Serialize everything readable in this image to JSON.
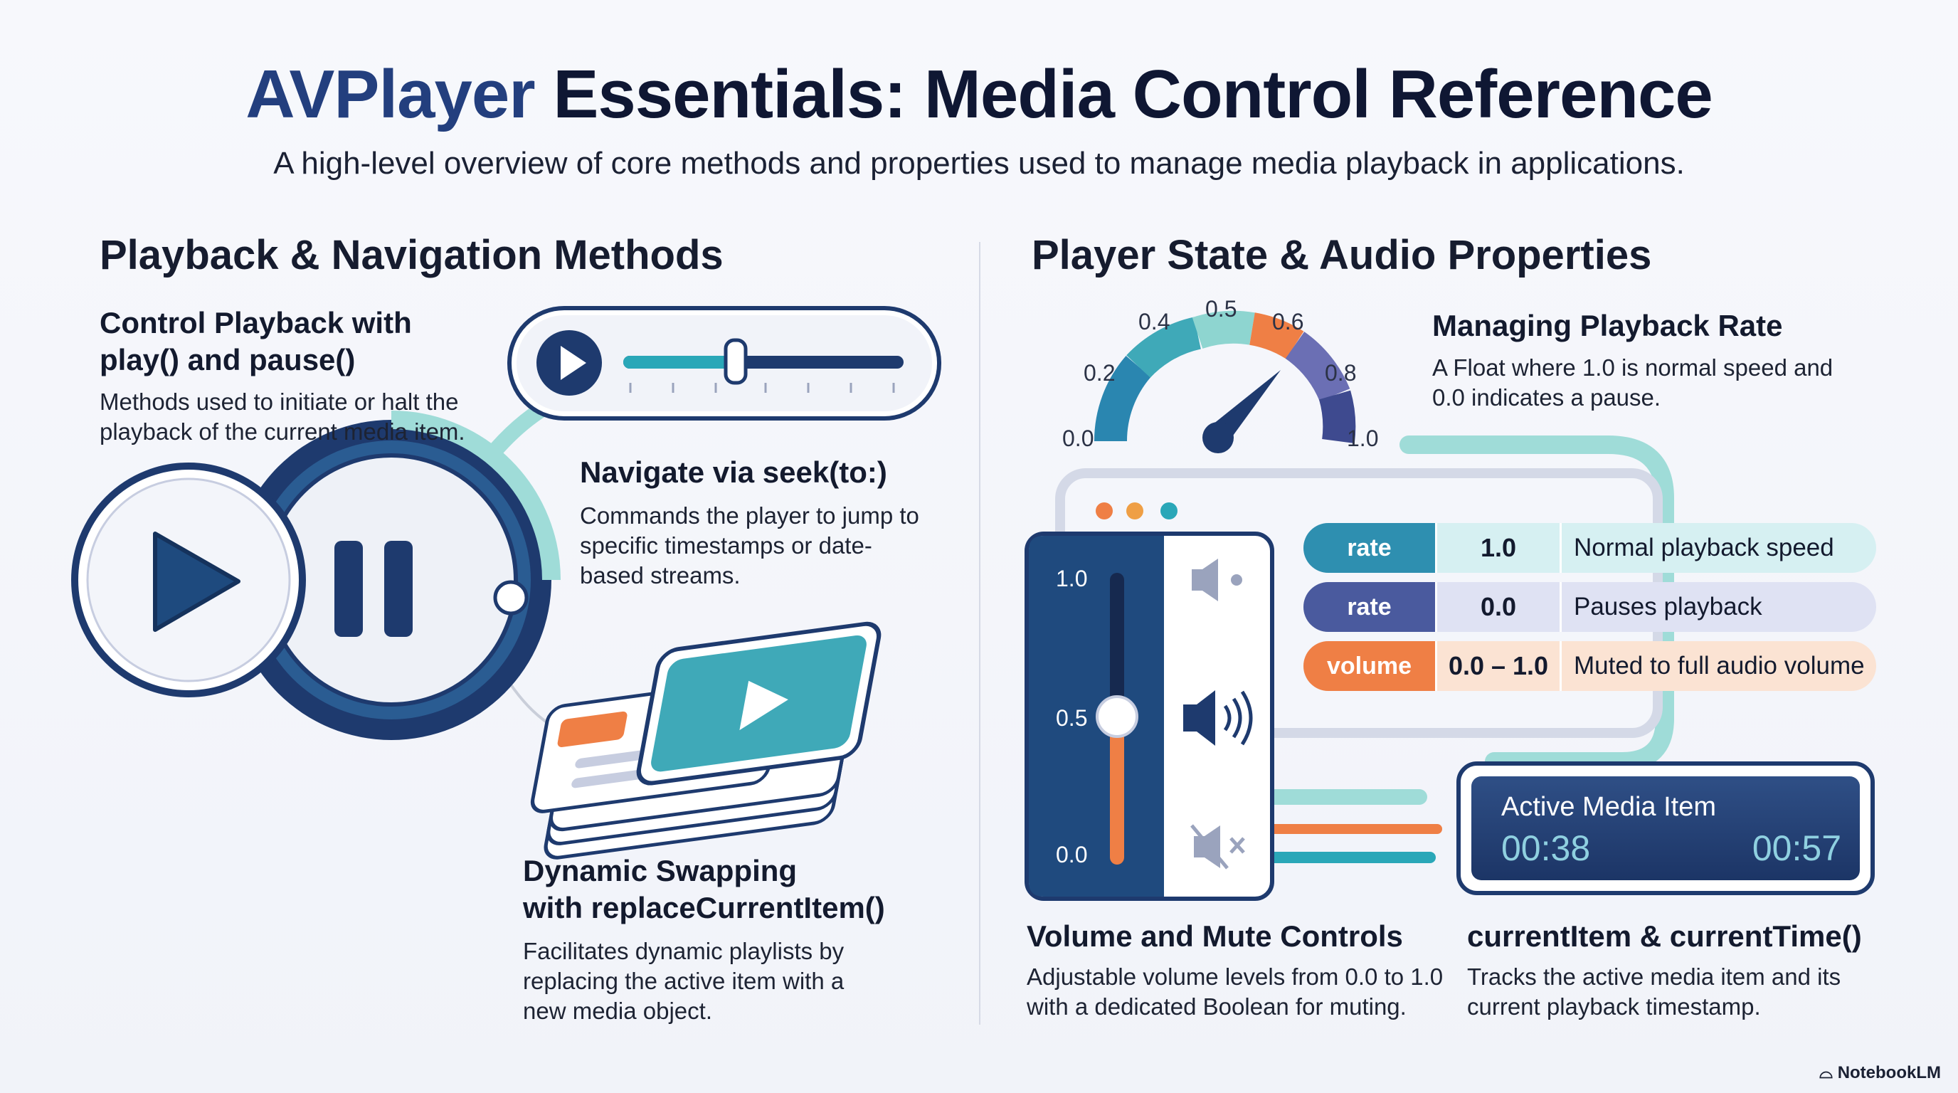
{
  "header": {
    "title_part1": "AVPlayer",
    "title_part2": "Essentials: Media Control Reference",
    "subtitle": "A high-level overview of core methods and properties used to manage media playback in applications."
  },
  "left": {
    "heading": "Playback & Navigation Methods",
    "play_pause": {
      "title_line1": "Control Playback with",
      "title_line2": "play() and pause()",
      "desc_line1": "Methods used to initiate or halt the",
      "desc_line2": "playback of the current media item."
    },
    "seek": {
      "title": "Navigate via seek(to:)",
      "desc_line1": "Commands the player to jump to",
      "desc_line2": "specific timestamps or date-",
      "desc_line3": "based streams."
    },
    "swap": {
      "title_line1": "Dynamic Swapping",
      "title_line2": "with replaceCurrentItem()",
      "desc_line1": "Facilitates dynamic playlists by",
      "desc_line2": "replacing the active item with a",
      "desc_line3": "new media object."
    }
  },
  "right": {
    "heading": "Player State & Audio Properties",
    "gauge": {
      "labels": [
        "0.0",
        "0.2",
        "0.4",
        "0.5",
        "0.6",
        "0.8",
        "1.0"
      ],
      "value": 0.7
    },
    "rate": {
      "title": "Managing Playback Rate",
      "desc_line1": "A Float where 1.0 is normal speed and",
      "desc_line2": "0.0 indicates a pause."
    },
    "table": [
      {
        "tag": "rate",
        "value": "1.0",
        "desc": "Normal playback speed",
        "tag_color": "#2e8fb0",
        "row_color": "#d6f0f2"
      },
      {
        "tag": "rate",
        "value": "0.0",
        "desc": "Pauses playback",
        "tag_color": "#4a5a9e",
        "row_color": "#dfe2f3"
      },
      {
        "tag": "volume",
        "value": "0.0 – 1.0",
        "desc": "Muted to full audio volume",
        "tag_color": "#ef7f45",
        "row_color": "#fbe3d3"
      }
    ],
    "volume_slider": {
      "labels": [
        "1.0",
        "0.5",
        "0.0"
      ],
      "value": 0.5
    },
    "active_media": {
      "label": "Active Media Item",
      "time_left": "00:38",
      "time_right": "00:57"
    },
    "volume_section": {
      "title": "Volume and Mute Controls",
      "desc_line1": "Adjustable volume levels from 0.0 to 1.0",
      "desc_line2": "with a dedicated Boolean for muting."
    },
    "current_section": {
      "title": "currentItem & currentTime()",
      "desc_line1": "Tracks the active media item and its",
      "desc_line2": "current playback timestamp."
    }
  },
  "brand": "NotebookLM",
  "colors": {
    "navy": "#1e3a6e",
    "teal": "#2aa7b8",
    "light_teal": "#9fdcd8",
    "orange": "#ef7f45",
    "indigo": "#4a5a9e"
  }
}
